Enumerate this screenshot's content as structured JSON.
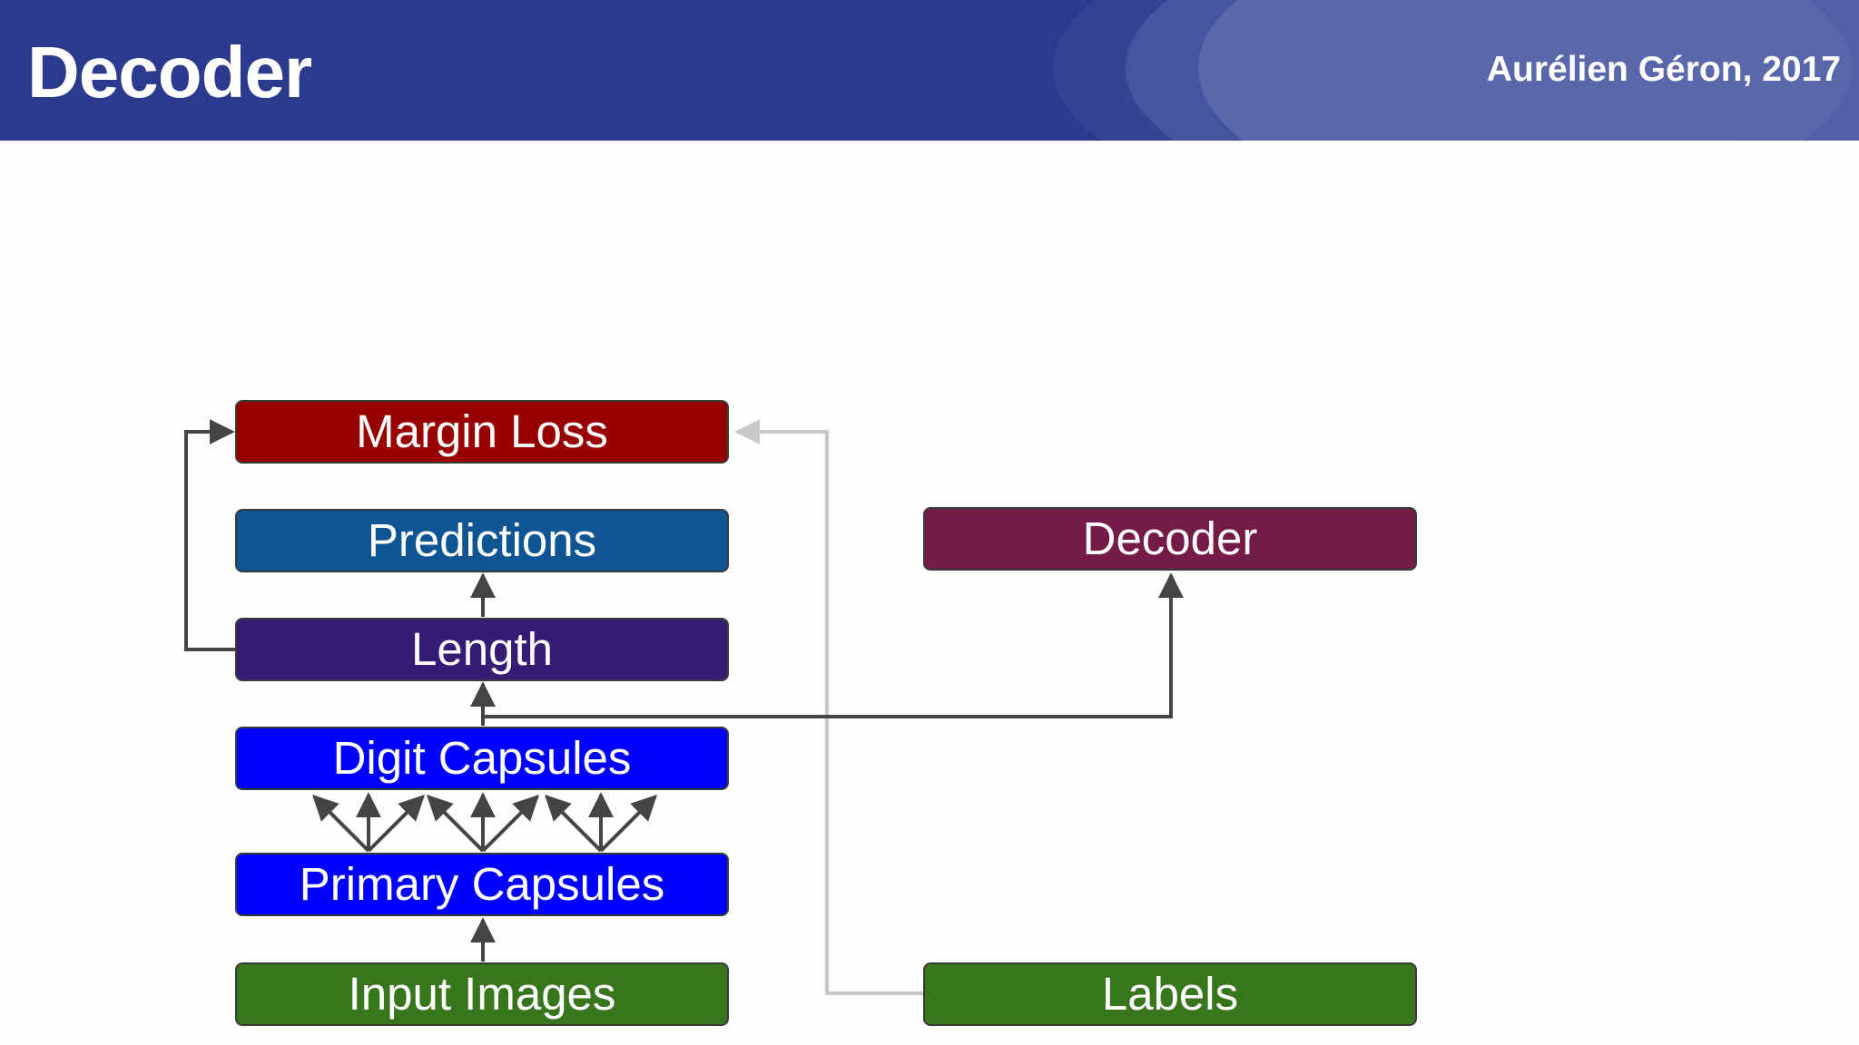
{
  "header": {
    "title": "Decoder",
    "credit": "Aurélien Géron, 2017"
  },
  "diagram": {
    "nodes": {
      "margin_loss": "Margin Loss",
      "predictions": "Predictions",
      "length": "Length",
      "digit_capsules": "Digit Capsules",
      "primary_capsules": "Primary Capsules",
      "input_images": "Input Images",
      "decoder": "Decoder",
      "labels": "Labels"
    }
  },
  "colors": {
    "header_bg": "#2b3a8c",
    "margin_loss": "#990000",
    "predictions": "#0f5594",
    "length": "#351c75",
    "capsules": "#0000ff",
    "inputs": "#38761d",
    "decoder": "#741b47",
    "arrow_dark": "#444444",
    "arrow_light": "#c8c8c8"
  }
}
